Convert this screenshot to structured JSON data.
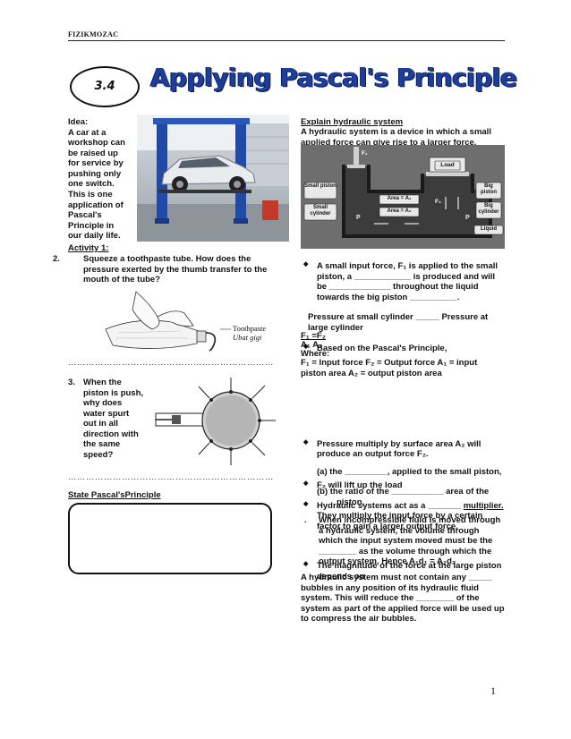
{
  "header": {
    "label": "FIZIKMOZAC"
  },
  "badge": {
    "text": "3.4"
  },
  "title": "Applying Pascal's Principle",
  "idea": {
    "lines": [
      "Idea:",
      "A car at a",
      "workshop can",
      "be raised up",
      "for service by",
      "pushing only",
      "one switch.",
      "This is one",
      "application of",
      "Pascal's",
      "Principle in",
      "our daily life."
    ]
  },
  "activity": {
    "heading": "Activity 1:",
    "q2_num": "2.",
    "q2_text": "Squeeze a toothpaste tube. How does the pressure exerted by the thumb transfer to the mouth of the tube?",
    "toothpaste_label1": "Toothpaste",
    "toothpaste_label2": "Ubat gigi",
    "answer_line1": "……………………………………………………………",
    "q3_num": "3.",
    "q3_lines": [
      "When the",
      "piston is push,",
      "why does",
      "water spurt",
      "out in all",
      "direction with",
      "the same",
      "speed?"
    ],
    "answer_line2": "……………………………………………………………",
    "state_heading": "State Pascal'sPrinciple"
  },
  "right": {
    "explain_heading": "Explain hydraulic system",
    "explain_text": "A hydraulic system is a device in which a small applied force can give rise to a larger force.",
    "diagram": {
      "small_piston": "Small piston",
      "small_cylinder": "Small cylinder",
      "area1": "Area = A₁",
      "area2": "Area = A₂",
      "load": "Load",
      "big_piston": "Big piston",
      "big_cylinder": "Big cylinder",
      "liquid": "Liquid",
      "f1": "F₁",
      "f2": "F₂",
      "p_left": "P",
      "p_right": "P"
    },
    "b1": "A small input force, F₁ is applied to the small piston, a ____________ is produced and will be _____________ throughout the liquid towards the big piston __________.",
    "b2_line1": "Based on the Pascal's Principle,",
    "b2_line2": "Pressure at small cylinder _____  Pressure at large cylinder",
    "formula": "F₁ =F₂",
    "formula2": "A₁    A₂",
    "where": "Where:",
    "where_text": "F₁ = Input force   F₂ = Output force   A₁ = input piston area  A₂ = output piston area",
    "b3": "Pressure multiply by surface area A₂ will produce an output force F₂.",
    "b4": "F₂ will lift up the load",
    "b5_pre": "Hydraulic systems act as a _______",
    "b5_u": "multiplier.",
    "b5_post": " They multiply the input force by a certain factor to gain a larger output force.",
    "b6": "The magnitude of the force at the large piston depends on",
    "b6a": "(a)  the _________, applied to the small piston,",
    "b6b": "(b)  the ratio of the ___________ area of the piston,",
    "b7": "When incompressible fluid is moved through a hydraulic system, the volume through which the input system moved must be the ________ as the volume through which the output system, Hence  A₁d₁ =  A₂d₂",
    "final": "A hydraulic system must not contain any _____ bubbles in any position of its hydraulic fluid system.  This will reduce the ________ of the system as part of the applied force will be used up to compress the air bubbles."
  },
  "page_number": "1",
  "colors": {
    "title": "#1e3e9c",
    "diagram_bg": "#5a5a5a",
    "diagram_fluid": "#3c3c3c"
  }
}
